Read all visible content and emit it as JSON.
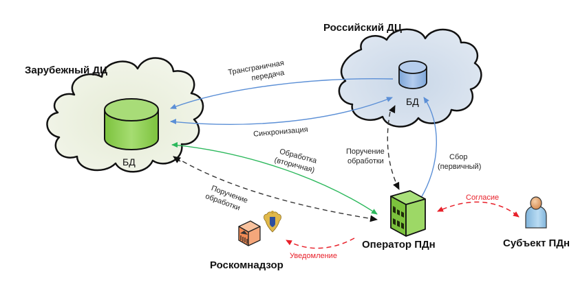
{
  "nodes": {
    "foreign_dc": {
      "title": "Зарубежный ДЦ",
      "db_label": "БД",
      "fill": "#eef2e2",
      "db_color": "#8fd14f"
    },
    "russian_dc": {
      "title": "Российский ДЦ",
      "db_label": "БД",
      "fill": "#d7e2ef",
      "db_color": "#8fb3e0"
    },
    "operator": {
      "title": "Оператор ПДн",
      "color": "#8fd14f"
    },
    "subject": {
      "title": "Субъект ПДн"
    },
    "regulator": {
      "title": "Роскомнадзор",
      "color": "#f4a67a"
    }
  },
  "edges": {
    "cross_border": {
      "label_line1": "Трансграничная",
      "label_line2": "передача",
      "color": "#5b8fd6",
      "style": "solid"
    },
    "sync": {
      "label": "Синхронизация",
      "color": "#5b8fd6",
      "style": "solid"
    },
    "processing_secondary": {
      "label_line1": "Обработка",
      "label_line2": "(вторичная)",
      "color": "#2cb85c",
      "style": "solid"
    },
    "order_foreign": {
      "label_line1": "Поручение",
      "label_line2": "обработки",
      "color": "#333333",
      "style": "dashed"
    },
    "order_russian": {
      "label_line1": "Поручение",
      "label_line2": "обработки",
      "color": "#333333",
      "style": "dashed"
    },
    "collection_primary": {
      "label_line1": "Сбор",
      "label_line2": "(первичный)",
      "color": "#5b8fd6",
      "style": "solid"
    },
    "consent": {
      "label": "Согласие",
      "color": "#e8202a",
      "style": "dashed"
    },
    "notification": {
      "label": "Уведомление",
      "color": "#e8202a",
      "style": "dashed"
    }
  }
}
